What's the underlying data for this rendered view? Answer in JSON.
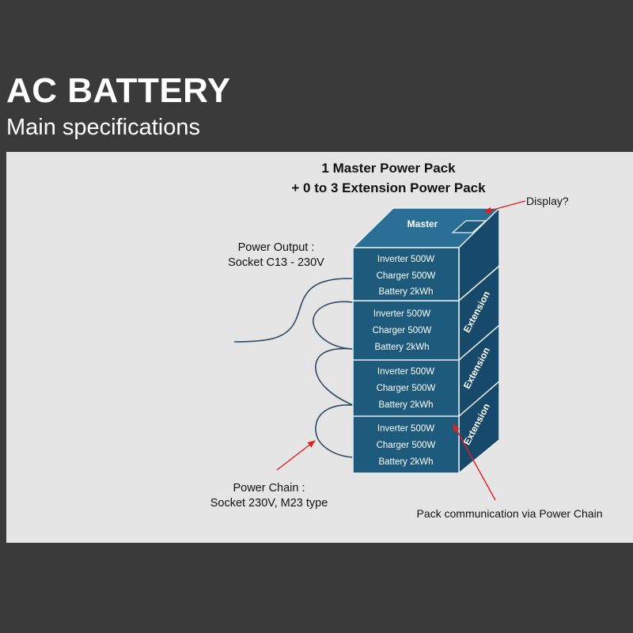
{
  "header": {
    "title": "AC BATTERY",
    "subtitle": "Main specifications"
  },
  "diagram": {
    "heading_line1": "1 Master Power Pack",
    "heading_line2": "+ 0 to 3 Extension Power Pack",
    "master_label": "Master",
    "extension_label": "Extension",
    "spec_inverter": "Inverter 500W",
    "spec_charger": "Charger 500W",
    "spec_battery": "Battery 2kWh",
    "display_label": "Display?",
    "power_output_line1": "Power Output :",
    "power_output_line2": "Socket C13 - 230V",
    "power_chain_line1": "Power Chain :",
    "power_chain_line2": "Socket 230V, M23 type",
    "pack_comm_label": "Pack communication via Power Chain"
  },
  "colors": {
    "pack_front": "#1d5a7c",
    "pack_top": "#2a6f95",
    "pack_side": "#17496a",
    "pack_border": "#e8eef2",
    "arrow": "#e02020",
    "panel": "#e5e5e5",
    "background": "#3a3a3a"
  }
}
